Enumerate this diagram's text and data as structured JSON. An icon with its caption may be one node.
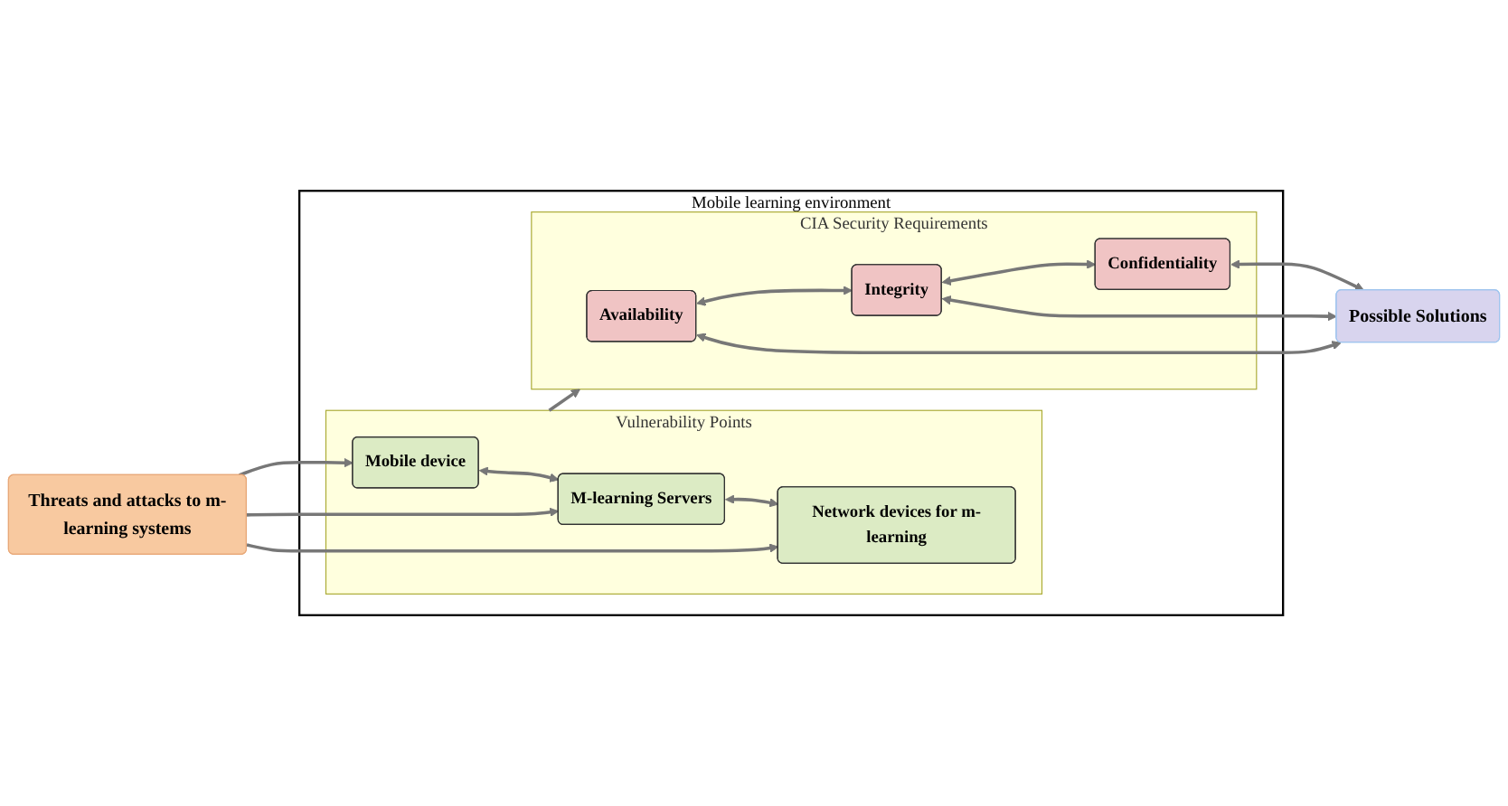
{
  "diagram": {
    "nodes": [
      {
        "text": [
          "Threats and attacks to m-learning systems"
        ]
      },
      {
        "text": [
          "Mobile learning environment"
        ]
      },
      {
        "text": [
          "Vulnerability Points"
        ],
        "in": 1
      },
      {
        "text": [
          "Mobile device"
        ],
        "in": 2
      },
      {
        "text": [
          "M-learning Servers"
        ],
        "in": 2
      },
      {
        "text": [
          "Network devices for m-learning"
        ],
        "in": 2
      },
      {
        "text": [
          "CIA Security Requirements"
        ],
        "in": 1
      },
      {
        "text": [
          "Availability"
        ],
        "in": 6
      },
      {
        "text": [
          "Integrity"
        ],
        "in": 6
      },
      {
        "text": [
          "Confidentiality"
        ],
        "in": 6
      },
      {
        "text": [
          "Possible Solutions"
        ]
      }
    ],
    "edges": [
      {
        "from": 0,
        "to": 3,
        "arrow": "to"
      },
      {
        "from": 0,
        "to": 4,
        "arrow": "to"
      },
      {
        "from": 0,
        "to": 5,
        "arrow": "to"
      },
      {
        "from": 3,
        "to": 4,
        "arrow": "both"
      },
      {
        "from": 4,
        "to": 5,
        "arrow": "both"
      },
      {
        "from": 2,
        "to": 6,
        "arrow": "to"
      },
      {
        "from": 7,
        "to": 8,
        "arrow": "both"
      },
      {
        "from": 8,
        "to": 9,
        "arrow": "both"
      },
      {
        "from": 7,
        "to": 10,
        "arrow": "both"
      },
      {
        "from": 8,
        "to": 10,
        "arrow": "both"
      },
      {
        "from": 9,
        "to": 10,
        "arrow": "both"
      }
    ]
  }
}
